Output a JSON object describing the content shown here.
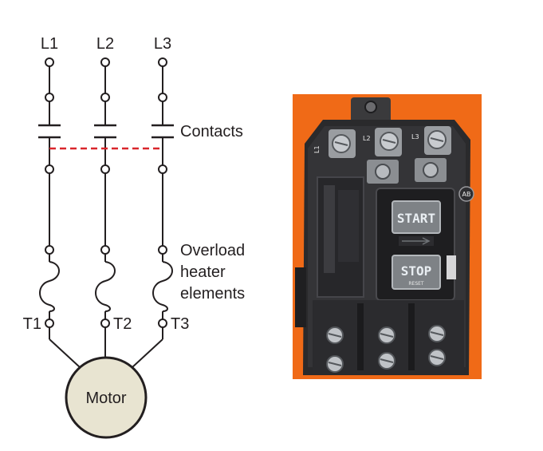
{
  "schematic": {
    "lines": [
      "L1",
      "L2",
      "L3"
    ],
    "terminals": [
      "T1",
      "T2",
      "T3"
    ],
    "contacts_label": "Contacts",
    "overload_label": [
      "Overload",
      "heater",
      "elements"
    ],
    "motor_label": "Motor"
  },
  "photo": {
    "start_label": "START",
    "stop_label": "STOP",
    "reset_label": "RESET",
    "terminal_marks": [
      "L1",
      "L2",
      "L3"
    ],
    "brand_mark": "AB"
  },
  "colors": {
    "wire": "#231f20",
    "mechanical_link": "#d9262b",
    "motor_fill": "#e8e4d1",
    "photo_background": "#f06a17",
    "starter_body": "#2a2a2c",
    "button_face": "#7e8286"
  }
}
